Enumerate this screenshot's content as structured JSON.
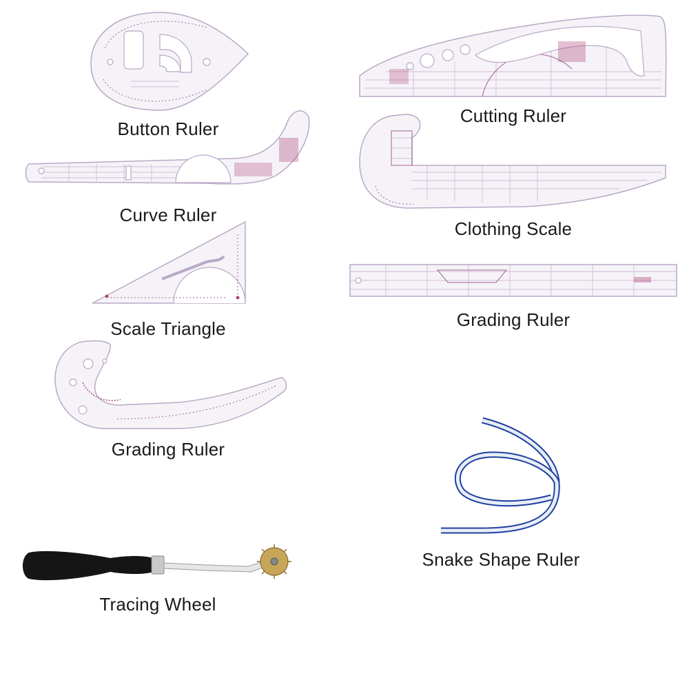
{
  "items": {
    "button_ruler": {
      "label": "Button Ruler"
    },
    "curve_ruler": {
      "label": "Curve Ruler"
    },
    "scale_triangle": {
      "label": "Scale Triangle"
    },
    "grading_ruler_curved": {
      "label": "Grading Ruler"
    },
    "tracing_wheel": {
      "label": "Tracing Wheel"
    },
    "cutting_ruler": {
      "label": "Cutting Ruler"
    },
    "clothing_scale": {
      "label": "Clothing Scale"
    },
    "grading_ruler_straight": {
      "label": "Grading Ruler"
    },
    "snake_shape_ruler": {
      "label": "Snake Shape Ruler"
    }
  },
  "colors": {
    "ruler_outline": "#b9a8c6",
    "ruler_markings": "#b0487a",
    "snake_blue": "#1f3fa0",
    "handle_black": "#151515",
    "wheel_brass": "#b8954a"
  }
}
